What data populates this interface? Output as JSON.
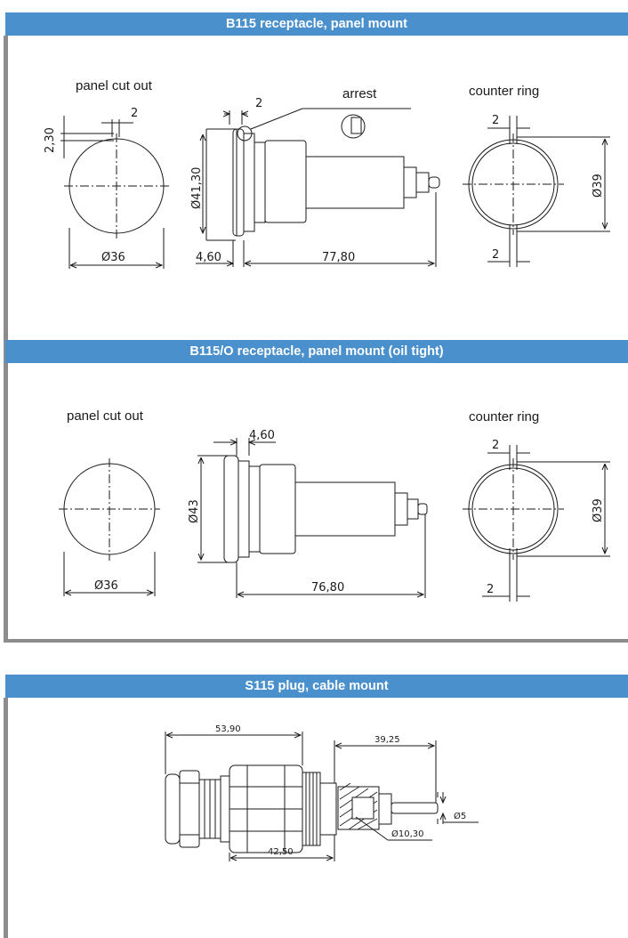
{
  "sections": [
    {
      "header": "B115 receptacle, panel mount",
      "cutout_label": "panel cut out",
      "arrest_label": "arrest",
      "counter_label": "counter ring",
      "dims": {
        "top_gap": "2",
        "left_offset": "2,30",
        "cutout_dia": "Ø36",
        "flange_gap": "2",
        "body_dia": "Ø41,30",
        "flange_len": "4,60",
        "body_len": "77,80",
        "ring_top": "2",
        "ring_bottom": "2",
        "ring_dia": "Ø39"
      }
    },
    {
      "header": "B115/O receptacle, panel mount (oil tight)",
      "cutout_label": "panel cut out",
      "counter_label": "counter ring",
      "dims": {
        "cutout_dia": "Ø36",
        "flange_len": "4,60",
        "body_dia": "Ø43",
        "body_len": "76,80",
        "ring_top": "2",
        "ring_bottom": "2",
        "ring_dia": "Ø39"
      }
    },
    {
      "header": "S115 plug, cable mount",
      "dims": {
        "overall_left": "53,90",
        "overall_right": "39,25",
        "pin_dia": "Ø5",
        "insert_dia": "Ø10,30",
        "body_len": "42,50"
      }
    }
  ]
}
